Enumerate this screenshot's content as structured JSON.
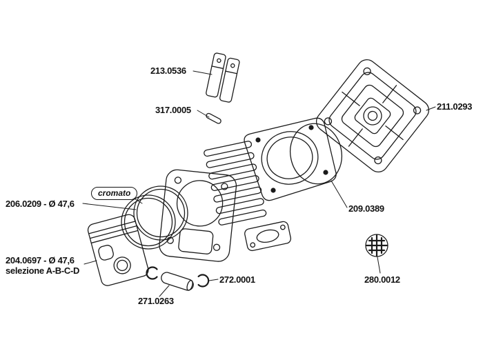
{
  "diagram": {
    "background": "#ffffff",
    "ink": "#000000",
    "labels": {
      "reed_petals": "213.0536",
      "pin": "317.0005",
      "cylinder_head": "211.0293",
      "piston_ring": "206.0209 - Ø 47,6",
      "piston_ring_note": "cromato",
      "oring": "209.0389",
      "piston_size": "204.0697 - Ø 47,6",
      "piston_selection": "selezione A-B-C-D",
      "circlip": "272.0001",
      "wrist_pin": "271.0263",
      "plug": "280.0012"
    }
  }
}
